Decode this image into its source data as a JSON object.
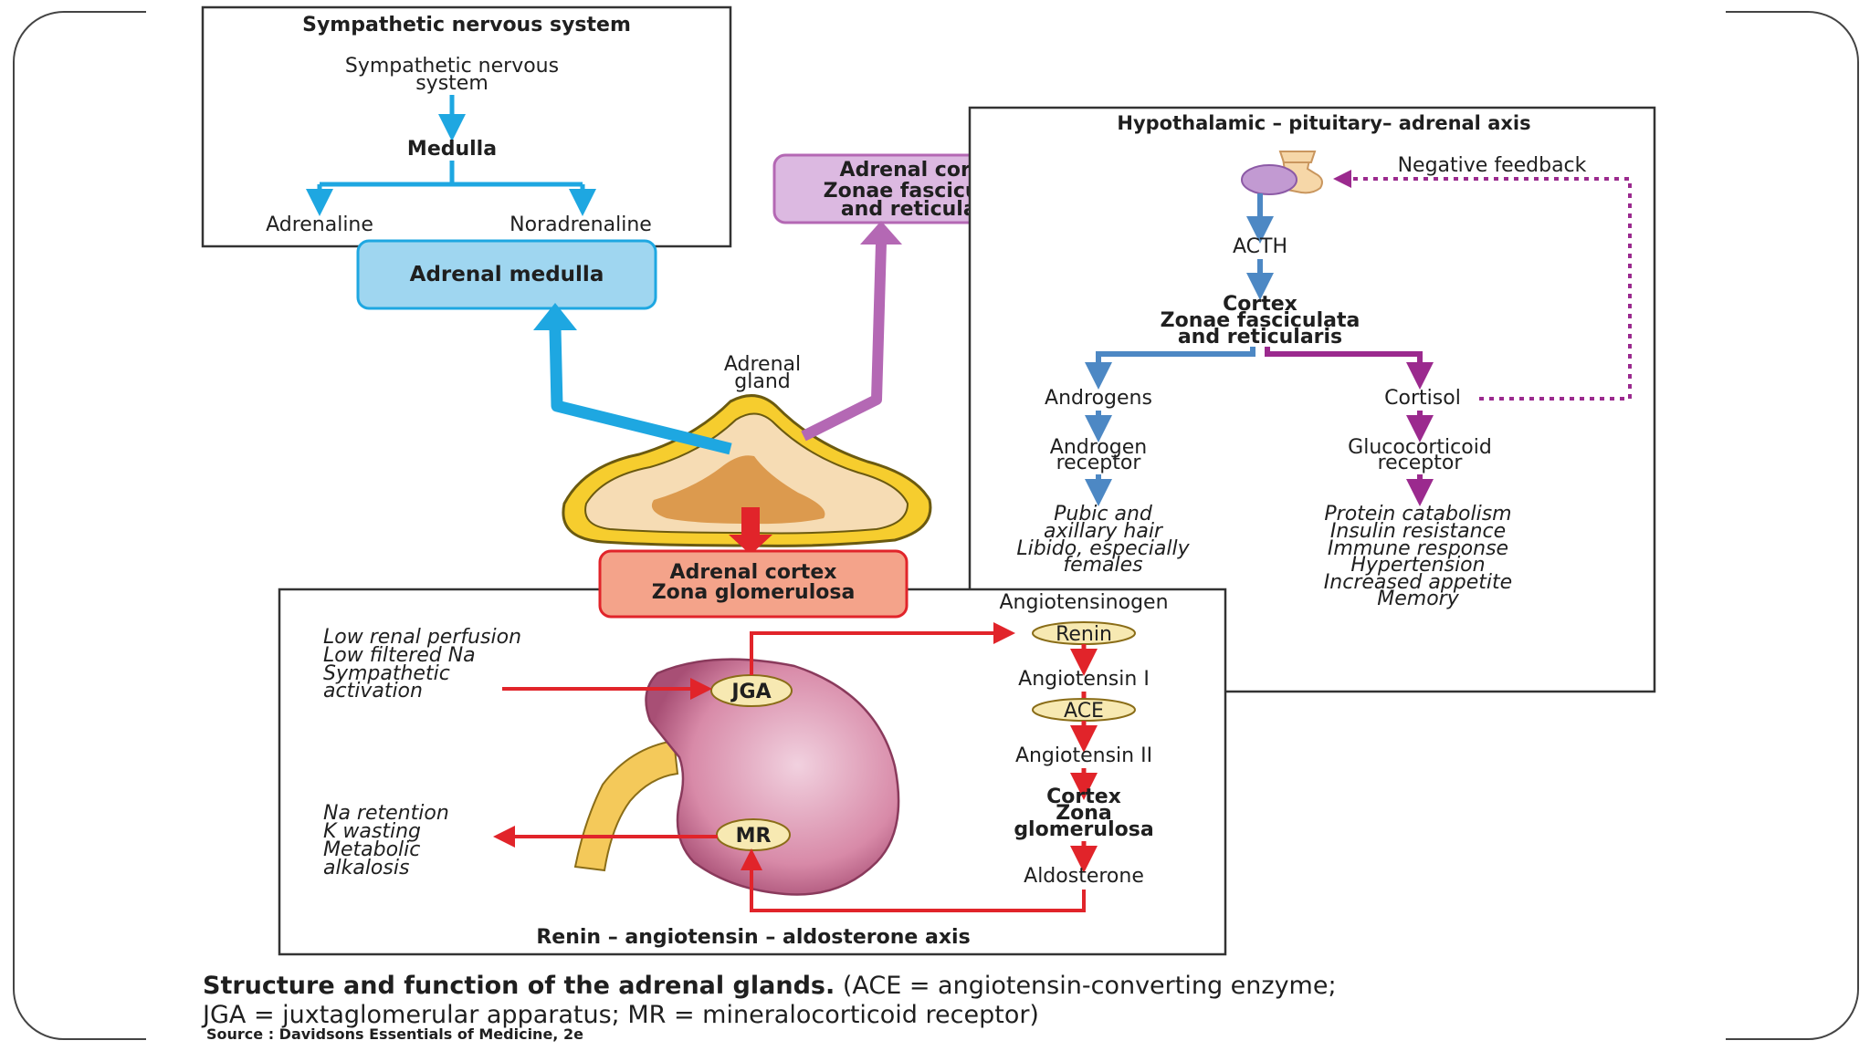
{
  "sns": {
    "title": "Sympathetic nervous system",
    "top_line1": "Sympathetic nervous",
    "top_line2": "system",
    "medulla": "Medulla",
    "adrenaline": "Adrenaline",
    "noradrenaline": "Noradrenaline"
  },
  "adrenal_medulla": "Adrenal medulla",
  "cortex_fr_box": {
    "line1": "Adrenal cortex",
    "line2": "Zonae fasciculata",
    "line3": "and reticularis"
  },
  "gland_label": {
    "line1": "Adrenal",
    "line2": "gland"
  },
  "cortex_g_box": {
    "line1": "Adrenal cortex",
    "line2": "Zona glomerulosa"
  },
  "hpa": {
    "title": "Hypothalamic – pituitary– adrenal axis",
    "negative_feedback": "Negative feedback",
    "acth": "ACTH",
    "cortex_line1": "Cortex",
    "cortex_line2": "Zonae fasciculata",
    "cortex_line3": "and reticularis",
    "androgens": "Androgens",
    "cortisol": "Cortisol",
    "androgen_receptor": [
      "Androgen",
      "receptor"
    ],
    "glucocorticoid_receptor": [
      "Glucocorticoid",
      "receptor"
    ],
    "androgen_effects": [
      "Pubic and",
      "axillary hair",
      "Libido, especially",
      "females"
    ],
    "cortisol_effects": [
      "Protein catabolism",
      "Insulin resistance",
      "Immune response",
      "Hypertension",
      "Increased appetite",
      "Memory"
    ]
  },
  "raa": {
    "title": "Renin – angiotensin – aldosterone axis",
    "inputs": [
      "Low renal perfusion",
      "Low filtered Na",
      "Sympathetic",
      "activation"
    ],
    "outputs": [
      "Na retention",
      "K wasting",
      "Metabolic",
      "alkalosis"
    ],
    "jga": "JGA",
    "mr": "MR",
    "angiotensinogen": "Angiotensinogen",
    "renin": "Renin",
    "angiotensin1": "Angiotensin I",
    "ace": "ACE",
    "angiotensin2": "Angiotensin II",
    "cortex_line1": "Cortex",
    "cortex_line2": "Zona",
    "cortex_line3": "glomerulosa",
    "aldosterone": "Aldosterone"
  },
  "caption": {
    "bold": "Structure and function of the adrenal glands.",
    "rest_line1": " (ACE = angiotensin-converting enzyme;",
    "line2": "JGA = juxtaglomerular apparatus; MR = mineralocorticoid receptor)"
  },
  "source": "Source : Davidsons Essentials of Medicine, 2e",
  "colors": {
    "blue_arrow": "#1ea7e1",
    "purple_arrow": "#b468b4",
    "red_arrow": "#e1242a",
    "medulla_fill": "#9fd6f0",
    "cortex_fr_fill": "#dcb9e1",
    "cortex_g_fill": "#f4a38a",
    "hpa_blue": "#4d88c4",
    "hpa_purple": "#9b2a8e"
  }
}
